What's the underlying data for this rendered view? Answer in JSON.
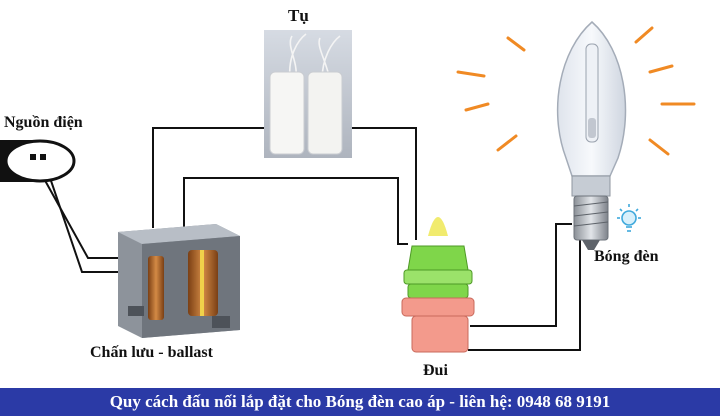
{
  "labels": {
    "capacitor": "Tụ",
    "power_source": "Nguồn điện",
    "ballast": "Chấn lưu - ballast",
    "socket": "Đui",
    "bulb": "Bóng đèn"
  },
  "capacitor_print": "",
  "footer": {
    "text": "Quy cách đấu nối lắp đặt cho Bóng đèn cao áp - liên hệ: 0948 68 9191"
  },
  "colors": {
    "footer_bg": "#2b3aa6",
    "wire": "#111111",
    "ray": "#f08a24",
    "socket_green": "#7fd64a",
    "socket_pink": "#f39a8c",
    "ballast_coil": "#b0662a",
    "led_icon": "#3fa9dc"
  },
  "icons": [
    "plug-outlet-icon",
    "light-bulb-icon",
    "led-bulb-icon"
  ]
}
